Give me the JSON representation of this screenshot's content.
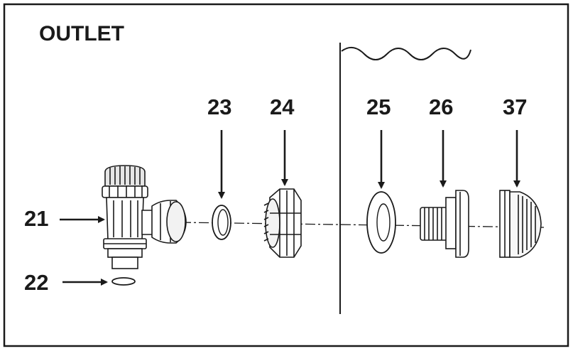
{
  "title": "OUTLET",
  "parts": [
    {
      "id": "21",
      "label": "21"
    },
    {
      "id": "22",
      "label": "22"
    },
    {
      "id": "23",
      "label": "23"
    },
    {
      "id": "24",
      "label": "24"
    },
    {
      "id": "25",
      "label": "25"
    },
    {
      "id": "26",
      "label": "26"
    },
    {
      "id": "37",
      "label": "37"
    }
  ],
  "colors": {
    "line": "#1a1a1a",
    "fill": "#ffffff",
    "shade": "#cfcfcf"
  }
}
